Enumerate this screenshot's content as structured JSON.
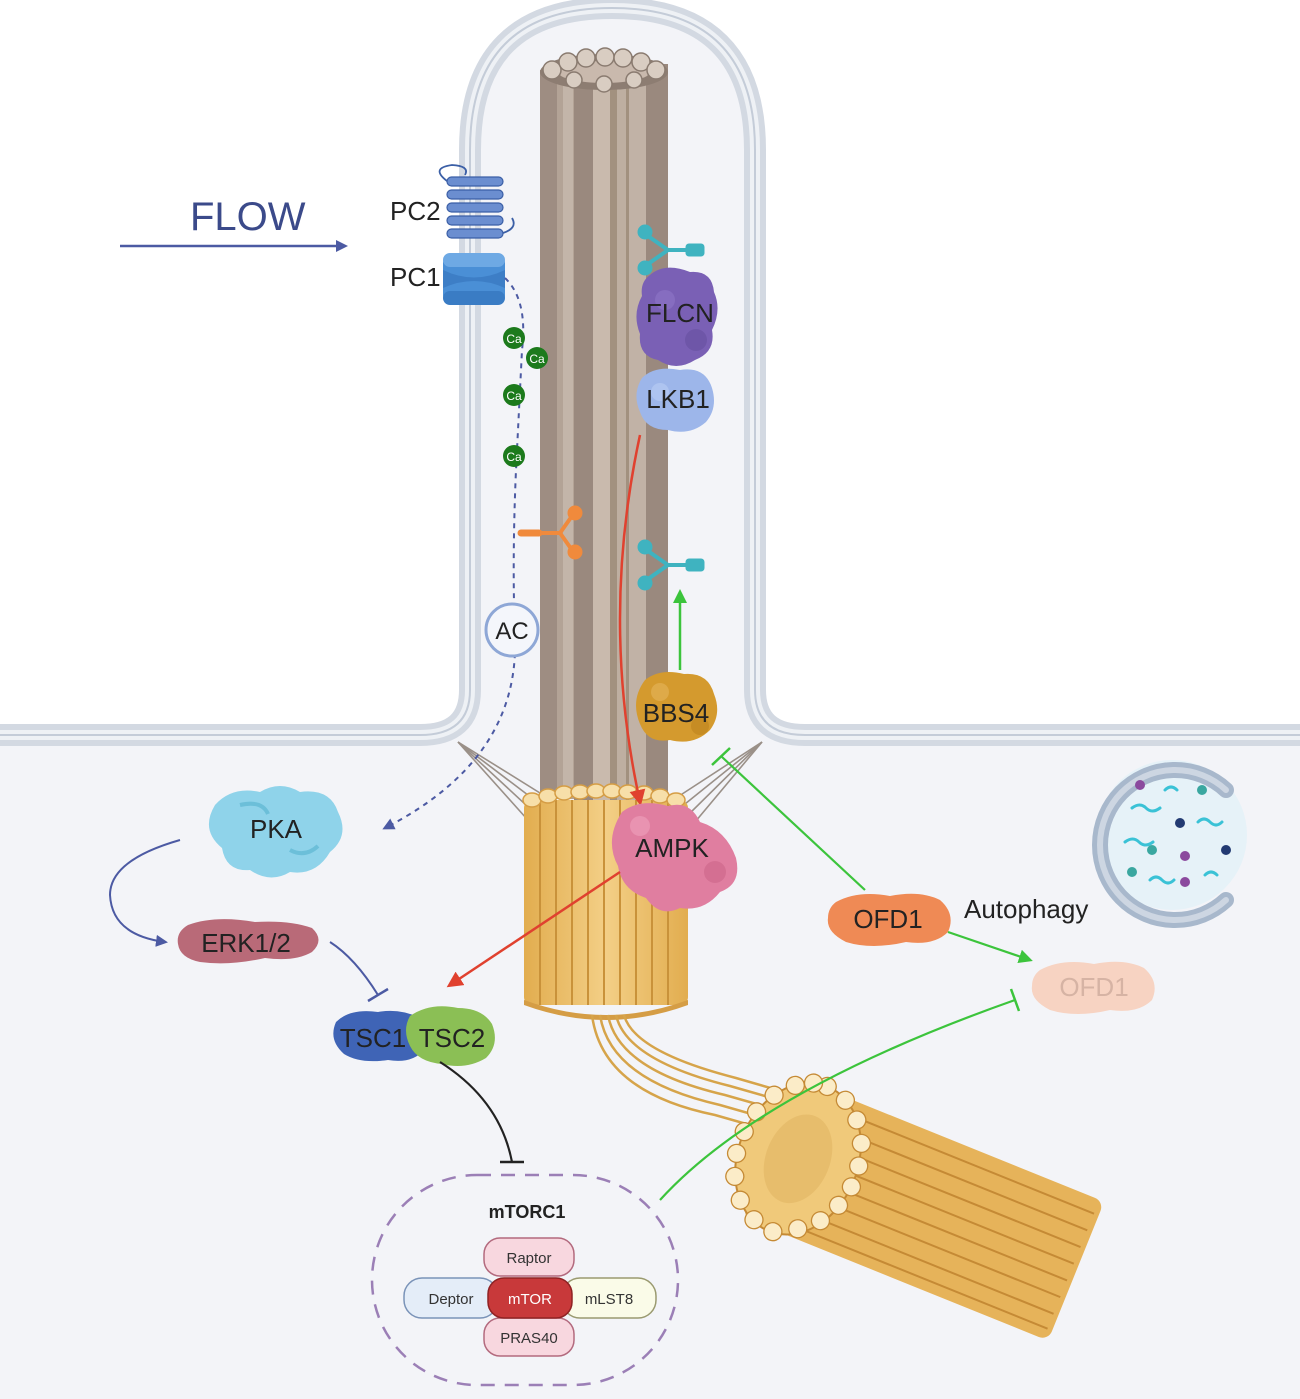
{
  "flow": {
    "label": "FLOW"
  },
  "labels": {
    "pc2": "PC2",
    "pc1": "PC1",
    "ca": "Ca",
    "ac": "AC",
    "flcn": "FLCN",
    "lkb1": "LKB1",
    "bbs4": "BBS4",
    "ampk": "AMPK",
    "pka": "PKA",
    "erk": "ERK1/2",
    "tsc1": "TSC1",
    "tsc2": "TSC2",
    "ofd1": "OFD1",
    "ofd1_degraded": "OFD1",
    "autophagy": "Autophagy"
  },
  "mtorc1": {
    "title": "mTORC1",
    "raptor": "Raptor",
    "deptor": "Deptor",
    "mtor": "mTOR",
    "mlst8": "mLST8",
    "pras40": "PRAS40"
  },
  "colors": {
    "membrane": "#cfd6e0",
    "cytoplasm": "#f3f4f8",
    "axoneme": "#a8978a",
    "basal_body": "#e9b95f",
    "activation_green": "#3cc43c",
    "activation_red": "#e0412f",
    "pathway_blue": "#4c5aa3",
    "inhibition_black": "#222222",
    "mtorc1_dash": "#9b7fb6"
  }
}
